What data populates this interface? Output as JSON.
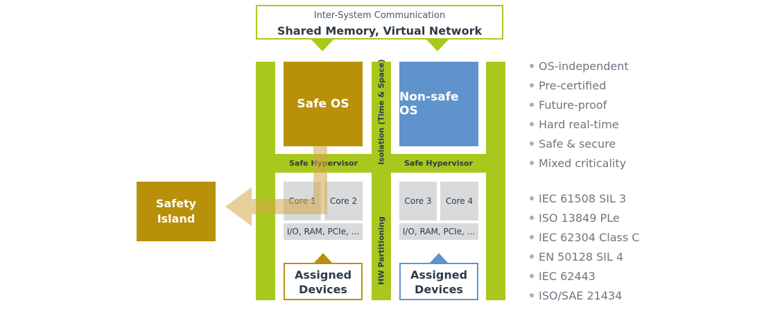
{
  "communication": {
    "subtitle": "Inter-System Communication",
    "title": "Shared Memory, Virtual Network"
  },
  "partitions": {
    "safe": {
      "os_label": "Safe OS",
      "hypervisor_label": "Safe Hypervisor",
      "cores": [
        "Core 1",
        "Core 2"
      ],
      "io_label": "I/O, RAM, PCIe, ...",
      "devices_label_line1": "Assigned",
      "devices_label_line2": "Devices"
    },
    "nonsafe": {
      "os_label": "Non-safe OS",
      "hypervisor_label": "Safe Hypervisor",
      "cores": [
        "Core 3",
        "Core 4"
      ],
      "io_label": "I/O, RAM, PCIe, ...",
      "devices_label_line1": "Assigned",
      "devices_label_line2": "Devices"
    }
  },
  "isolation_label": "Isolation (Time & Space)",
  "hw_partitioning_label": "HW Partitioning",
  "safety_island": {
    "line1": "Safety",
    "line2": "Island"
  },
  "features": [
    "OS-independent",
    "Pre-certified",
    "Future-proof",
    "Hard real-time",
    "Safe & secure",
    "Mixed criticality"
  ],
  "standards": [
    "IEC 61508 SIL 3",
    "ISO 13849 PLe",
    "IEC 62304 Class C",
    "EN 50128 SIL 4",
    "IEC 62443",
    "ISO/SAE 21434"
  ],
  "colors": {
    "green": "#a9c81d",
    "gold": "#b8900a",
    "blue": "#5f93cc",
    "core_gray": "#d9dadb",
    "text_dark": "#2e3b47",
    "text_gray": "#6c7680"
  }
}
